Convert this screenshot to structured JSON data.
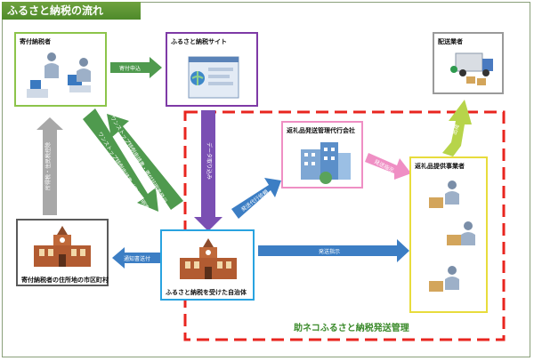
{
  "title": "ふるさと納税の流れ",
  "nodes": {
    "donor": "寄付納税者",
    "site": "ふるさと納税サイト",
    "delivery": "配送業者",
    "agency": "返礼品発送管理代行会社",
    "supplier": "返礼品提供事業者",
    "municipality": "寄付納税者の住所地の市区町村",
    "receiver": "ふるさと納税を受けた自治体"
  },
  "arrows": {
    "donation_apply": "寄付申込",
    "residence_tax": "所得税・住民税控除",
    "onestop_apply": "ワンストップ特例申請書・寄付証明書発行",
    "onestop_apply2": "ワンストップ特例申請書（寄付証明書）発送",
    "data_import": "データ取り込み",
    "notice_send": "通知書送付",
    "ship_order_1": "発送代行依頼",
    "ship_order_2": "発送指示",
    "ship_order_3": "発送指示",
    "shipping": "出荷"
  },
  "region_label": "助ネコふるさと納税発送管理"
}
